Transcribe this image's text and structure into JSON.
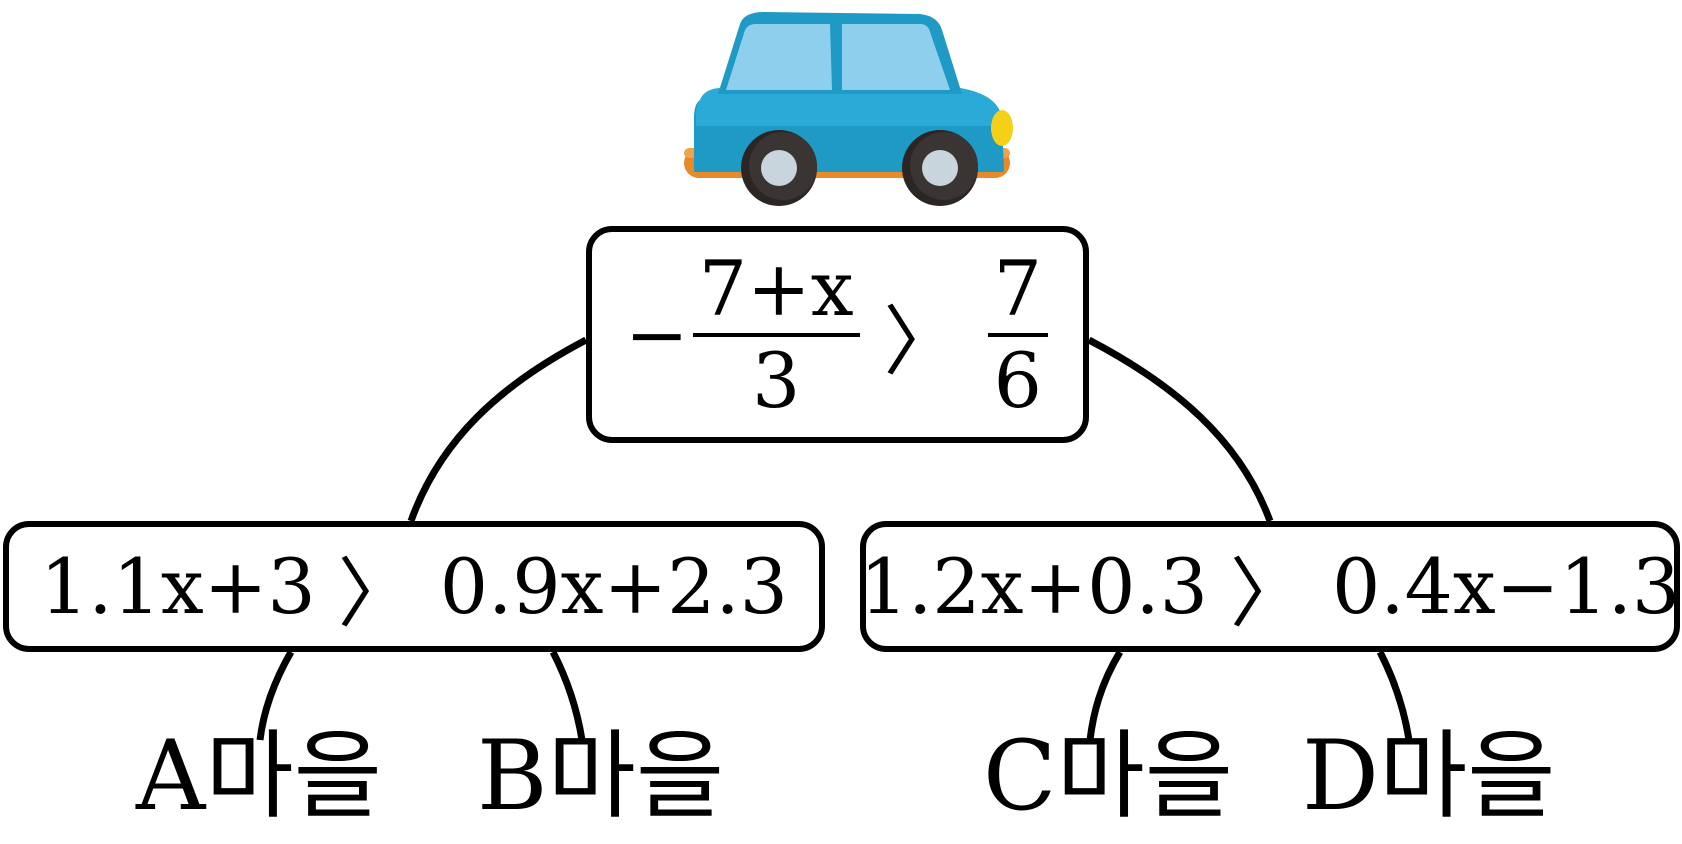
{
  "root": {
    "sign": "−",
    "numerator": "7+x",
    "denominator": "3",
    "operator": "〉",
    "rhs_numerator": "7",
    "rhs_denominator": "6"
  },
  "left": {
    "lhs": "1.1x+3",
    "operator": "〉",
    "rhs": "0.9x+2.3"
  },
  "right": {
    "lhs": "1.2x+0.3",
    "operator": "〉",
    "rhs": "0.4x−1.3"
  },
  "leaves": {
    "a": "A마을",
    "b": "B마을",
    "c": "C마을",
    "d": "D마을"
  },
  "colors": {
    "car_body": "#1f9ac4",
    "car_window": "#8ecfee",
    "car_bumper": "#e88a2a",
    "car_light": "#f4d018",
    "wheel": "#3a3533",
    "hub": "#c9d5dc",
    "line": "#000000"
  },
  "icons": {
    "car": "car-icon"
  }
}
